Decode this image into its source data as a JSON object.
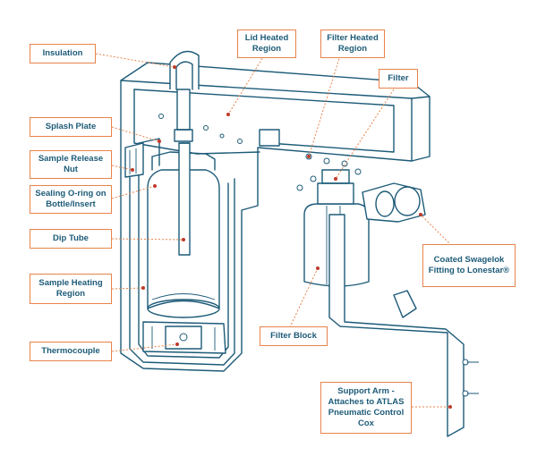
{
  "labels": {
    "insulation": "Insulation",
    "lid_heated_region": "Lid Heated Region",
    "filter_heated_region": "Filter Heated Region",
    "filter": "Filter",
    "splash_plate": "Splash Plate",
    "sample_release_nut": "Sample Release Nut",
    "sealing_oring": "Sealing O-ring on Bottle/Insert",
    "dip_tube": "Dip Tube",
    "sample_heating_region": "Sample Heating Region",
    "thermocouple": "Thermocouple",
    "filter_block": "Filter Block",
    "coated_fitting": "Coated Swagelok Fitting to Lonestar®",
    "support_arm": "Support Arm - Attaches to ATLAS Pneumatic Control Cox"
  },
  "colors": {
    "outline": "#1d5b78",
    "label_border": "#e8834a",
    "leader_line": "#e8834a",
    "leader_dot": "#c0392b"
  }
}
